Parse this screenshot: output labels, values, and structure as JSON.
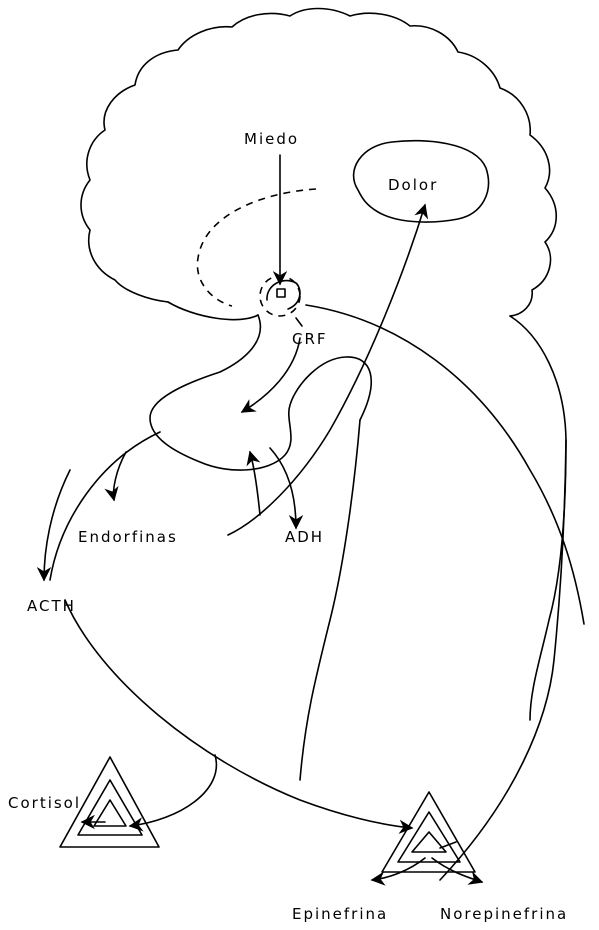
{
  "diagram": {
    "labels": {
      "miedo": "Miedo",
      "dolor": "Dolor",
      "crf": "CRF",
      "endorfinas": "Endorfinas",
      "adh": "ADH",
      "acth": "ACTH",
      "cortisol": "Cortisol",
      "epinefrina": "Epinefrina",
      "norepinefrina": "Norepinefrina"
    }
  }
}
